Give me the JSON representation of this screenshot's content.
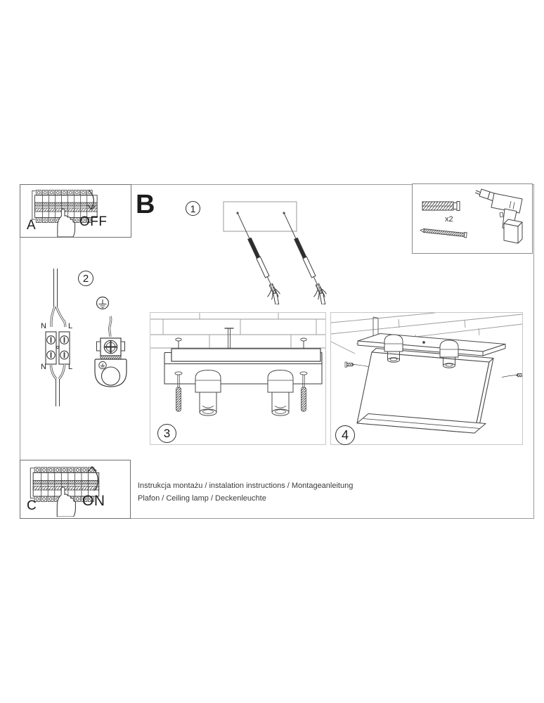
{
  "steps": {
    "a_label": "A",
    "b_label": "B",
    "c_label": "C",
    "off": "OFF",
    "on": "ON",
    "n1": "1",
    "n2": "2",
    "n3": "3",
    "n4": "4"
  },
  "tools": {
    "quantity": "x2"
  },
  "wiring": {
    "n_top": "N",
    "l_top": "L",
    "n_bottom": "N",
    "l_bottom": "L"
  },
  "footer": {
    "line1": "Instrukcja montażu / instalation instructions / Montageanleitung",
    "line2": "Plafon / Ceiling lamp / Deckenleuchte"
  },
  "colors": {
    "ink": "#3c3c3c",
    "frame_gray": "#8f8f8f",
    "panel_frame": "#c8c8c8"
  }
}
